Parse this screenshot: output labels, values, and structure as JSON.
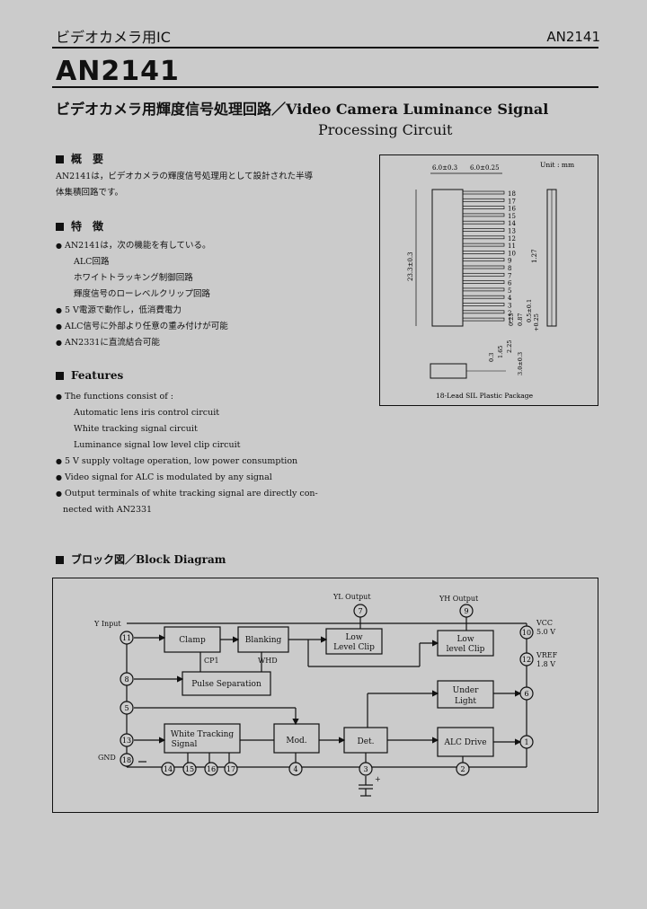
{
  "header": {
    "category": "ビデオカメラ用IC",
    "part_number": "AN2141"
  },
  "title": {
    "part": "AN2141",
    "subtitle_jp": "ビデオカメラ用輝度信号処理回路／Video Camera  Luminance  Signal",
    "subtitle_en2": "Processing  Circuit"
  },
  "overview": {
    "heading": "概　要",
    "line1": "AN2141は，ビデオカメラの輝度信号処理用として設計された半導",
    "line2": "体集積回路です。"
  },
  "features_jp": {
    "heading": "特　徴",
    "items": [
      "AN2141は，次の機能を有している。",
      "ALC回路",
      "ホワイトトラッキング制御回路",
      "輝度信号のローレベルクリップ回路",
      "5 V電源で動作し，低消費電力",
      "ALC信号に外部より任意の重み付けが可能",
      "AN2331に直流結合可能"
    ]
  },
  "features_en": {
    "heading": "Features",
    "items": [
      "The functions consist of :",
      "Automatic lens iris control circuit",
      "White tracking signal circuit",
      "Luminance signal low level clip circuit",
      "5 V supply voltage operation, low power consumption",
      "Video signal for ALC is modulated by any signal",
      "Output terminals of white tracking signal are directly con-",
      "nected with AN2331"
    ]
  },
  "package": {
    "unit": "Unit : mm",
    "caption": "18-Lead SIL Plastic Package",
    "dims": {
      "width_a": "6.0±0.3",
      "width_b": "6.0±0.25",
      "length": "23.3±0.3",
      "pitch": "1.27",
      "lead_w": "0.5±0.1",
      "lead_t": "0.87",
      "lead_t2": "0.25",
      "t1": "0.3",
      "t2": "1.65",
      "t3": "2.25",
      "lead_len": "3.0±0.3",
      "tol": "+0.25"
    },
    "pins": [
      "18",
      "17",
      "16",
      "15",
      "14",
      "13",
      "12",
      "11",
      "10",
      "9",
      "8",
      "7",
      "6",
      "5",
      "4",
      "3",
      "2",
      "1"
    ]
  },
  "diagram": {
    "heading": "ブロック図／Block Diagram",
    "blocks": {
      "clamp": "Clamp",
      "blanking": "Blanking",
      "low_clip1_a": "Low",
      "low_clip1_b": "Level Clip",
      "low_clip2_a": "Low",
      "low_clip2_b": "level Clip",
      "pulse_sep": "Pulse Separation",
      "under_light_a": "Under",
      "under_light_b": "Light",
      "white_track_a": "White Tracking",
      "white_track_b": "Signal",
      "mod": "Mod.",
      "det": "Det.",
      "alc_drive": "ALC Drive"
    },
    "labels": {
      "yl_output": "YL  Output",
      "yh_output": "YH  Output",
      "y_input": "Y Input",
      "gnd": "GND",
      "cp1": "CP1",
      "whd": "WHD",
      "vcc": "VCC",
      "vcc_val": "5.0 V",
      "vref": "VREF",
      "vref_val": "1.8 V",
      "plus": "+"
    },
    "pins": [
      "1",
      "2",
      "3",
      "4",
      "5",
      "6",
      "7",
      "8",
      "9",
      "10",
      "11",
      "12",
      "13",
      "14",
      "15",
      "16",
      "17",
      "18"
    ]
  }
}
